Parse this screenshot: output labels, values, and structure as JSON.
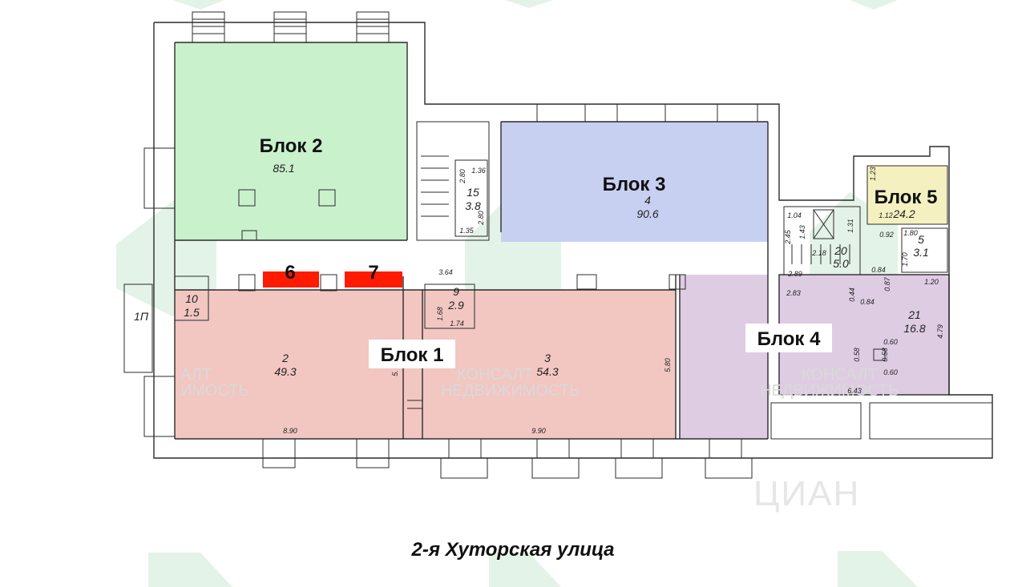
{
  "street_name": "2-я Хуторская улица",
  "site_watermark": "ЦИАН",
  "watermarks": [
    {
      "line1": "АЛТ",
      "line2": "ИМОСТЬ"
    },
    {
      "line1": "КОНСАЛТ",
      "line2": "НЕДВИЖИМОСТЬ"
    },
    {
      "line1": "КОНСАЛТ",
      "line2": "НЕДВИЖИМОСТЬ"
    }
  ],
  "colors": {
    "blok1": "#f2c6c1",
    "blok2": "#c9f1cc",
    "blok3": "#c8d0f2",
    "blok4": "#decce3",
    "blok5": "#f4f0c0",
    "highlight_red": "#ff1a00",
    "watermark_green": "#41ad5b"
  },
  "zones": {
    "blok1": "Блок 1",
    "blok2": "Блок 2",
    "blok3": "Блок 3",
    "blok4": "Блок 4",
    "blok5": "Блок 5"
  },
  "highlights": {
    "six": "6",
    "seven": "7"
  },
  "rooms": {
    "r2": {
      "num": "2",
      "area": "49.3"
    },
    "r3": {
      "num": "3",
      "area": "54.3"
    },
    "r4": {
      "num": "4",
      "area": "90.6"
    },
    "r5": {
      "num": "5",
      "area": "3.1"
    },
    "r9": {
      "num": "9",
      "area": "2.9"
    },
    "r10": {
      "num": "10",
      "area": "1.5"
    },
    "r15": {
      "num": "15",
      "area": "3.8"
    },
    "r20": {
      "num": "20",
      "area": "5.0"
    },
    "r21": {
      "num": "21",
      "area": "16.8"
    },
    "r_blok2": {
      "area": "85.1"
    },
    "r_blok5": {
      "area": "24.2"
    },
    "r1p": {
      "num": "1П"
    }
  },
  "dims": {
    "d_890": "8.90",
    "d_990": "9.90",
    "d_580": "5.80",
    "d_364": "3.64",
    "d_643": "6.43",
    "d_479": "4.79",
    "d_283": "2.83",
    "d_289": "2.89",
    "d_218": "2.18",
    "d_120": "1.20",
    "d_104": "1.04",
    "d_143": "1.43",
    "d_245": "2.45",
    "d_131": "1.31",
    "d_112": "1.12",
    "d_092": "0.92",
    "d_180": "1.80",
    "d_170": "1.70",
    "d_084a": "0.84",
    "d_084b": "0.84",
    "d_087": "0.87",
    "d_044": "0.44",
    "d_060a": "0.60",
    "d_060b": "0.60",
    "d_058a": "0.58",
    "d_058b": "0.58",
    "d_168": "1.68",
    "d_174": "1.74",
    "d_280a": "2.80",
    "d_280b": "2.80",
    "d_136": "1.36",
    "d_135": "1.35",
    "d_123": "1.23",
    "d_5": "5."
  }
}
